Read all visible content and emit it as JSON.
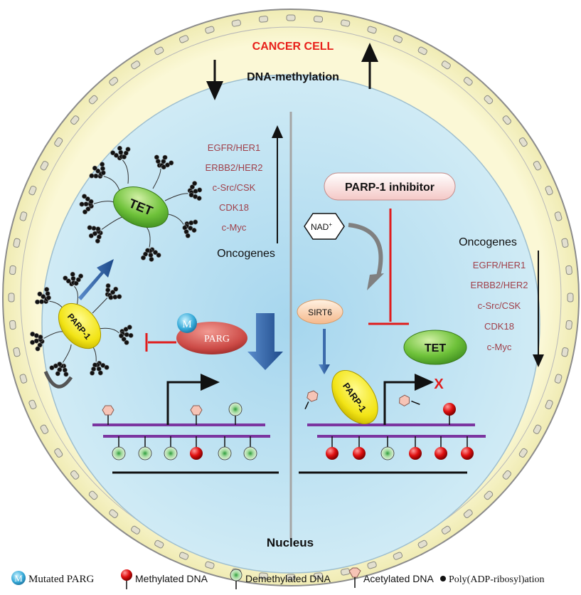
{
  "title": "CANCER CELL",
  "dna_methylation_label": "DNA-methylation",
  "nucleus_label": "Nucleus",
  "left": {
    "oncogenes_heading": "Oncogenes",
    "oncogenes": [
      "EGFR/HER1",
      "ERBB2/HER2",
      "c-Src/CSK",
      "CDK18",
      "c-Myc"
    ],
    "tet_label": "TET",
    "parp1_label": "PARP-1",
    "parg_label": "PARG",
    "m_label": "M"
  },
  "right": {
    "inhibitor_label": "PARP-1 inhibitor",
    "nad_label": "NAD",
    "nad_superscript": "+",
    "sirt6_label": "SIRT6",
    "tet_label": "TET",
    "parp1_label": "PARP-1",
    "x_mark": "X",
    "oncogenes_heading": "Oncogenes",
    "oncogenes": [
      "EGFR/HER1",
      "ERBB2/HER2",
      "c-Src/CSK",
      "CDK18",
      "c-Myc"
    ]
  },
  "legend": {
    "mutated_parg": "Mutated PARG",
    "methylated": "Methylated  DNA",
    "demethylated": "Demethylated DNA",
    "acetylated": "Acetylated DNA",
    "par": "Poly(ADP-ribosyl)ation",
    "m": "M"
  },
  "colors": {
    "title_red": "#e8201a",
    "oncogene_text": "#a0404a",
    "membrane": "#f6f2c2",
    "nucleus": "#c6e6f3",
    "purple": "#7b35a0",
    "parp_yellow": "#f4ea1e",
    "tet_green": "#5cb82e",
    "parg_red": "#cc4240",
    "inhibitor_red": "#e01c1c",
    "arrow_blue": "#2e5e9e"
  }
}
